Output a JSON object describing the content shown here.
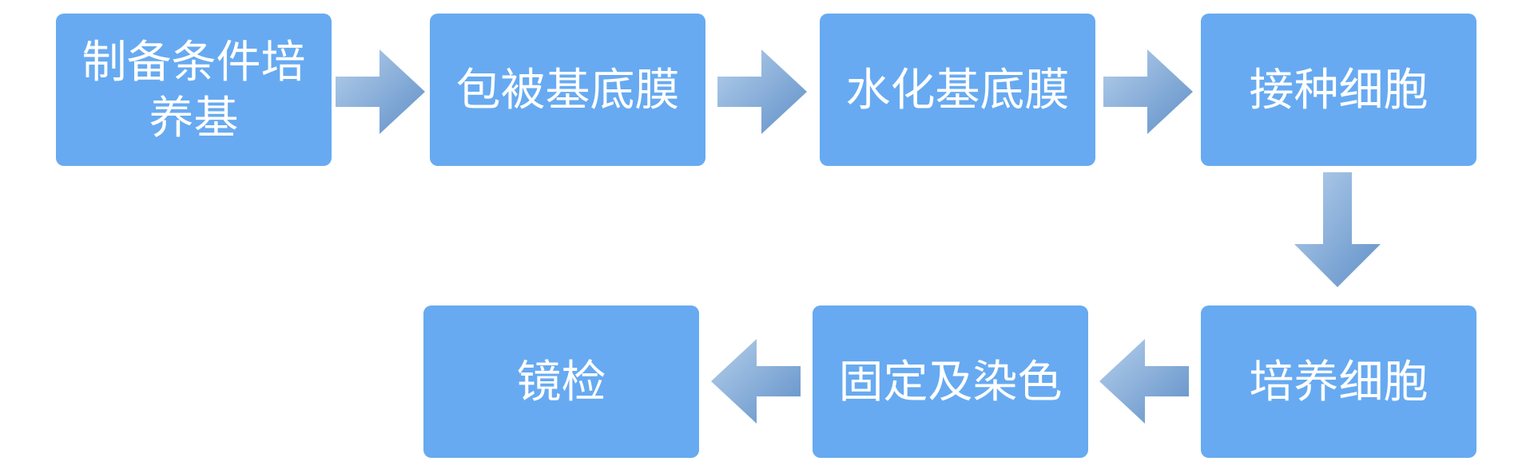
{
  "diagram": {
    "type": "flowchart",
    "background": "#ffffff",
    "colors": {
      "node_fill": "#67aaf1",
      "node_text": "#ffffff",
      "arrow_gradient_light": "#b5cfeb",
      "arrow_gradient_dark": "#6090c8"
    },
    "nodes": [
      {
        "id": "step-1",
        "label": "制备条件培养基",
        "row": "top"
      },
      {
        "id": "step-2",
        "label": "包被基底膜",
        "row": "top"
      },
      {
        "id": "step-3",
        "label": "水化基底膜",
        "row": "top"
      },
      {
        "id": "step-4",
        "label": "接种细胞",
        "row": "top"
      },
      {
        "id": "step-5",
        "label": "培养细胞",
        "row": "bottom"
      },
      {
        "id": "step-6",
        "label": "固定及染色",
        "row": "bottom"
      },
      {
        "id": "step-7",
        "label": "镜检",
        "row": "bottom"
      }
    ],
    "edges": [
      {
        "from": "step-1",
        "to": "step-2",
        "direction": "right"
      },
      {
        "from": "step-2",
        "to": "step-3",
        "direction": "right"
      },
      {
        "from": "step-3",
        "to": "step-4",
        "direction": "right"
      },
      {
        "from": "step-4",
        "to": "step-5",
        "direction": "down"
      },
      {
        "from": "step-5",
        "to": "step-6",
        "direction": "left"
      },
      {
        "from": "step-6",
        "to": "step-7",
        "direction": "left"
      }
    ]
  }
}
